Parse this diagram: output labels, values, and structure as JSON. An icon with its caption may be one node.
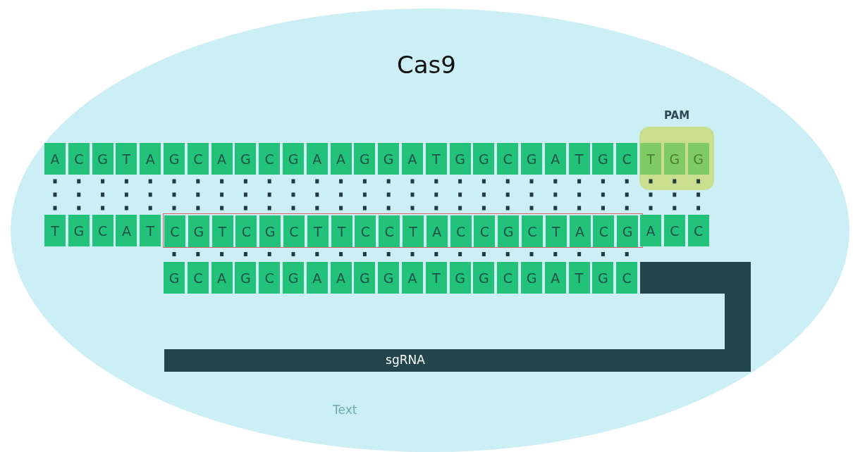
{
  "diagram": {
    "nodes": [
      {
        "text": [
          "Cas9"
        ]
      },
      {
        "text": [
          "A"
        ],
        "in": 0
      },
      {
        "text": [
          "C"
        ],
        "in": 0
      },
      {
        "text": [
          "G"
        ],
        "in": 0
      },
      {
        "text": [
          "T"
        ],
        "in": 0
      },
      {
        "text": [
          "A"
        ],
        "in": 0
      },
      {
        "text": [
          "G"
        ],
        "in": 0
      },
      {
        "text": [
          "C"
        ],
        "in": 0
      },
      {
        "text": [
          "A"
        ],
        "in": 0
      },
      {
        "text": [
          "G"
        ],
        "in": 0
      },
      {
        "text": [
          "C"
        ],
        "in": 0
      },
      {
        "text": [
          "G"
        ],
        "in": 0
      },
      {
        "text": [
          "A"
        ],
        "in": 0
      },
      {
        "text": [
          "A"
        ],
        "in": 0
      },
      {
        "text": [
          "G"
        ],
        "in": 0
      },
      {
        "text": [
          "G"
        ],
        "in": 0
      },
      {
        "text": [
          "A"
        ],
        "in": 0
      },
      {
        "text": [
          "T"
        ],
        "in": 0
      },
      {
        "text": [
          "G"
        ],
        "in": 0
      },
      {
        "text": [
          "G"
        ],
        "in": 0
      },
      {
        "text": [
          "C"
        ],
        "in": 0
      },
      {
        "text": [
          "G"
        ],
        "in": 0
      },
      {
        "text": [
          "A"
        ],
        "in": 0
      },
      {
        "text": [
          "T"
        ],
        "in": 0
      },
      {
        "text": [
          "G"
        ],
        "in": 0
      },
      {
        "text": [
          "C"
        ],
        "in": 0
      },
      {
        "text": [
          "PAM"
        ],
        "in": 0
      },
      {
        "text": [
          "T"
        ],
        "in": 26
      },
      {
        "text": [
          "G"
        ],
        "in": 26
      },
      {
        "text": [
          "G"
        ],
        "in": 26
      },
      {
        "text": [
          "T"
        ],
        "in": 0
      },
      {
        "text": [
          "G"
        ],
        "in": 0
      },
      {
        "text": [
          "C"
        ],
        "in": 0
      },
      {
        "text": [
          "A"
        ],
        "in": 0
      },
      {
        "text": [
          "T"
        ],
        "in": 0
      },
      {
        "text": [],
        "shape": "box",
        "in": 0
      },
      {
        "text": [
          "C"
        ],
        "in": 35
      },
      {
        "text": [
          "G"
        ],
        "in": 35
      },
      {
        "text": [
          "T"
        ],
        "in": 35
      },
      {
        "text": [
          "C"
        ],
        "in": 35
      },
      {
        "text": [
          "G"
        ],
        "in": 35
      },
      {
        "text": [
          "C"
        ],
        "in": 35
      },
      {
        "text": [
          "T"
        ],
        "in": 35
      },
      {
        "text": [
          "T"
        ],
        "in": 35
      },
      {
        "text": [
          "C"
        ],
        "in": 35
      },
      {
        "text": [
          "C"
        ],
        "in": 35
      },
      {
        "text": [
          "T"
        ],
        "in": 35
      },
      {
        "text": [
          "A"
        ],
        "in": 35
      },
      {
        "text": [
          "C"
        ],
        "in": 35
      },
      {
        "text": [
          "C"
        ],
        "in": 35
      },
      {
        "text": [
          "G"
        ],
        "in": 35
      },
      {
        "text": [
          "C"
        ],
        "in": 35
      },
      {
        "text": [
          "T"
        ],
        "in": 35
      },
      {
        "text": [
          "A"
        ],
        "in": 35
      },
      {
        "text": [
          "C"
        ],
        "in": 35
      },
      {
        "text": [
          "G"
        ],
        "in": 35
      },
      {
        "text": [
          "A"
        ],
        "in": 0
      },
      {
        "text": [
          "C"
        ],
        "in": 0
      },
      {
        "text": [
          "C"
        ],
        "in": 0
      },
      {
        "text": [
          "G"
        ],
        "in": 0
      },
      {
        "text": [
          "C"
        ],
        "in": 0
      },
      {
        "text": [
          "A"
        ],
        "in": 0
      },
      {
        "text": [
          "G"
        ],
        "in": 0
      },
      {
        "text": [
          "C"
        ],
        "in": 0
      },
      {
        "text": [
          "G"
        ],
        "in": 0
      },
      {
        "text": [
          "A"
        ],
        "in": 0
      },
      {
        "text": [
          "A"
        ],
        "in": 0
      },
      {
        "text": [
          "G"
        ],
        "in": 0
      },
      {
        "text": [
          "G"
        ],
        "in": 0
      },
      {
        "text": [
          "A"
        ],
        "in": 0
      },
      {
        "text": [
          "T"
        ],
        "in": 0
      },
      {
        "text": [
          "G"
        ],
        "in": 0
      },
      {
        "text": [
          "G"
        ],
        "in": 0
      },
      {
        "text": [
          "C"
        ],
        "in": 0
      },
      {
        "text": [
          "G"
        ],
        "in": 0
      },
      {
        "text": [
          "A"
        ],
        "in": 0
      },
      {
        "text": [
          "T"
        ],
        "in": 0
      },
      {
        "text": [
          "G"
        ],
        "in": 0
      },
      {
        "text": [
          "C"
        ],
        "in": 0
      },
      {
        "text": [
          "sgRNA"
        ],
        "in": 0
      }
    ],
    "edges": [
      {
        "from": 1,
        "to": 30,
        "arrow": "none",
        "style": "dashed"
      },
      {
        "from": 2,
        "to": 31,
        "arrow": "none",
        "style": "dashed"
      },
      {
        "from": 3,
        "to": 32,
        "arrow": "none",
        "style": "dashed"
      },
      {
        "from": 4,
        "to": 33,
        "arrow": "none",
        "style": "dashed"
      },
      {
        "from": 5,
        "to": 34,
        "arrow": "none",
        "style": "dashed"
      },
      {
        "from": 6,
        "to": 36,
        "arrow": "none",
        "style": "dashed"
      },
      {
        "from": 7,
        "to": 37,
        "arrow": "none",
        "style": "dashed"
      },
      {
        "from": 8,
        "to": 38,
        "arrow": "none",
        "style": "dashed"
      },
      {
        "from": 9,
        "to": 39,
        "arrow": "none",
        "style": "dashed"
      },
      {
        "from": 10,
        "to": 40,
        "arrow": "none",
        "style": "dashed"
      },
      {
        "from": 11,
        "to": 41,
        "arrow": "none",
        "style": "dashed"
      },
      {
        "from": 12,
        "to": 42,
        "arrow": "none",
        "style": "dashed"
      },
      {
        "from": 13,
        "to": 43,
        "arrow": "none",
        "style": "dashed"
      },
      {
        "from": 14,
        "to": 44,
        "arrow": "none",
        "style": "dashed"
      },
      {
        "from": 15,
        "to": 45,
        "arrow": "none",
        "style": "dashed"
      },
      {
        "from": 16,
        "to": 46,
        "arrow": "none",
        "style": "dashed"
      },
      {
        "from": 17,
        "to": 47,
        "arrow": "none",
        "style": "dashed"
      },
      {
        "from": 18,
        "to": 48,
        "arrow": "none",
        "style": "dashed"
      },
      {
        "from": 19,
        "to": 49,
        "arrow": "none",
        "style": "dashed"
      },
      {
        "from": 20,
        "to": 50,
        "arrow": "none",
        "style": "dashed"
      },
      {
        "from": 21,
        "to": 51,
        "arrow": "none",
        "style": "dashed"
      },
      {
        "from": 22,
        "to": 52,
        "arrow": "none",
        "style": "dashed"
      },
      {
        "from": 23,
        "to": 53,
        "arrow": "none",
        "style": "dashed"
      },
      {
        "from": 24,
        "to": 54,
        "arrow": "none",
        "style": "dashed"
      },
      {
        "from": 25,
        "to": 55,
        "arrow": "none",
        "style": "dashed"
      },
      {
        "from": 27,
        "to": 56,
        "arrow": "none",
        "style": "dashed"
      },
      {
        "from": 28,
        "to": 57,
        "arrow": "none",
        "style": "dashed"
      },
      {
        "from": 29,
        "to": 58,
        "arrow": "none",
        "style": "dashed"
      },
      {
        "from": 36,
        "to": 59,
        "arrow": "none",
        "style": "dashed"
      },
      {
        "from": 37,
        "to": 60,
        "arrow": "none",
        "style": "dashed"
      },
      {
        "from": 38,
        "to": 61,
        "arrow": "none",
        "style": "dashed"
      },
      {
        "from": 39,
        "to": 62,
        "arrow": "none",
        "style": "dashed"
      },
      {
        "from": 40,
        "to": 63,
        "arrow": "none",
        "style": "dashed"
      },
      {
        "from": 41,
        "to": 64,
        "arrow": "none",
        "style": "dashed"
      },
      {
        "from": 42,
        "to": 65,
        "arrow": "none",
        "style": "dashed"
      },
      {
        "from": 43,
        "to": 66,
        "arrow": "none",
        "style": "dashed"
      },
      {
        "from": 44,
        "to": 67,
        "arrow": "none",
        "style": "dashed"
      },
      {
        "from": 45,
        "to": 68,
        "arrow": "none",
        "style": "dashed"
      },
      {
        "from": 46,
        "to": 69,
        "arrow": "none",
        "style": "dashed"
      },
      {
        "from": 47,
        "to": 70,
        "arrow": "none",
        "style": "dashed"
      },
      {
        "from": 48,
        "to": 71,
        "arrow": "none",
        "style": "dashed"
      },
      {
        "from": 49,
        "to": 72,
        "arrow": "none",
        "style": "dashed"
      },
      {
        "from": 50,
        "to": 73,
        "arrow": "none",
        "style": "dashed"
      },
      {
        "from": 51,
        "to": 74,
        "arrow": "none",
        "style": "dashed"
      },
      {
        "from": 52,
        "to": 75,
        "arrow": "none",
        "style": "dashed"
      },
      {
        "from": 53,
        "to": 76,
        "arrow": "none",
        "style": "dashed"
      },
      {
        "from": 54,
        "to": 77,
        "arrow": "none",
        "style": "dashed"
      },
      {
        "from": 55,
        "to": 78,
        "arrow": "none",
        "style": "dashed"
      }
    ],
    "labels": [
      "Text"
    ]
  }
}
